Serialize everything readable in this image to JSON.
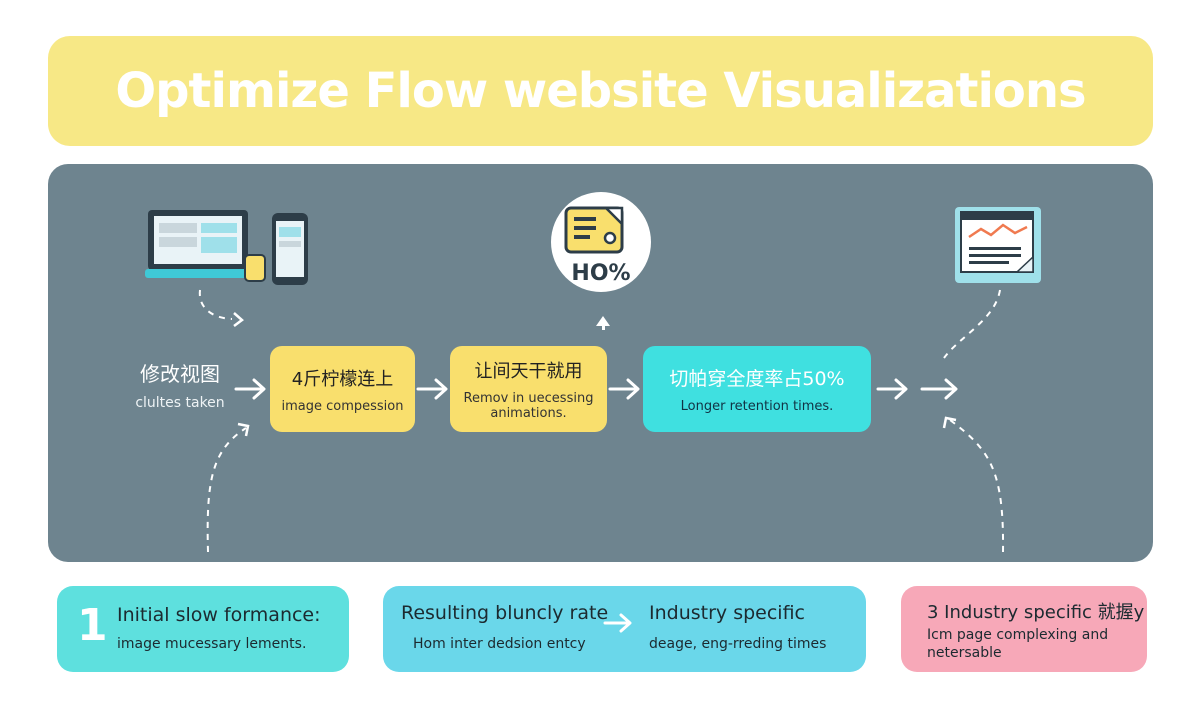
{
  "title": "Optimize Flow website Visualizations",
  "start": {
    "cjk": "修改视图",
    "sub": "clultes taken"
  },
  "steps": [
    {
      "title": "4斤柠檬连上",
      "desc": "image compession"
    },
    {
      "title": "让间天干就用",
      "desc": "Remov in uecessing animations."
    },
    {
      "title": "切帕穿全度率占50%",
      "desc": "Longer retention times."
    }
  ],
  "report_icon_text": "HO%",
  "cards": {
    "first": {
      "number": "1",
      "title": "Initial slow formance:",
      "desc": "image mucessary lements."
    },
    "second": {
      "title_left": "Resulting bluncly rate",
      "desc_left": "Hom inter dedsion entcy",
      "title_right": "Industry specific",
      "desc_right": "deage, eng-rreding times"
    },
    "third": {
      "title": "3 Industry specific 就握y",
      "desc": "Icm page complexing and netersable"
    }
  },
  "colors": {
    "banner": "#f7e886",
    "panel": "#6e848f",
    "yellow_step": "#f9df6d",
    "cyan_step": "#3fe0e0",
    "card_teal": "#5ee0de",
    "card_blue": "#6ad7ea",
    "card_pink": "#f7a8b8"
  },
  "icons": [
    "laptop-phone-icon",
    "report-percent-icon",
    "line-chart-icon",
    "arrow-right-icon",
    "arrow-up-icon"
  ]
}
